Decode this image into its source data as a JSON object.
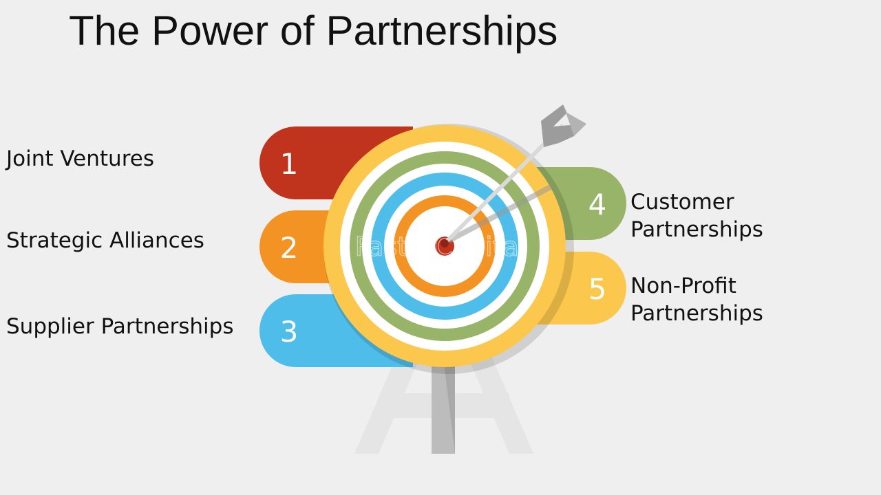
{
  "title": "The Power of Partnerships",
  "items": [
    {
      "number": "1",
      "label": "Joint Ventures",
      "color": "#c0331c"
    },
    {
      "number": "2",
      "label": "Strategic Alliances",
      "color": "#f39323"
    },
    {
      "number": "3",
      "label": "Supplier Partnerships",
      "color": "#4fbdea"
    },
    {
      "number": "4",
      "label_lines": [
        "Customer",
        "Partnerships"
      ],
      "color": "#97b468"
    },
    {
      "number": "5",
      "label_lines": [
        "Non-Profit",
        "Partnerships"
      ],
      "color": "#fbc84d"
    }
  ],
  "target": {
    "ring_colors": [
      "#fbc84d",
      "#ffffff",
      "#97b468",
      "#ffffff",
      "#4fbdea",
      "#ffffff",
      "#f39323",
      "#ffffff",
      "#c0331c"
    ]
  },
  "watermark": "FasterCapital",
  "icons": [
    "arrow-icon",
    "target-icon",
    "easel-stand-icon"
  ]
}
